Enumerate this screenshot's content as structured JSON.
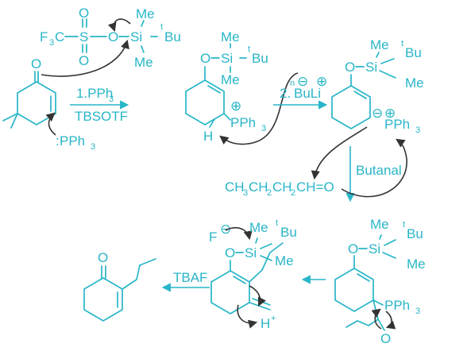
{
  "colors": {
    "structure": "#29b6c8",
    "curly_arrow": "#333333",
    "background": "#ffffff"
  },
  "reagent_triflate": {
    "f3c": "F",
    "f3_sub": "3",
    "c": "C",
    "s": "S",
    "o_top": "O",
    "o_bottom": "O",
    "o_link": "O",
    "si": "Si",
    "me_top": "Me",
    "me_bottom": "Me",
    "t": "t",
    "bu": "Bu"
  },
  "enone": {
    "o": "O"
  },
  "nucleophile": {
    "lone_pair": ":",
    "p": "PPh",
    "sub": "3"
  },
  "step1": {
    "reagent1": "1.PPh",
    "reagent1_sub": "3",
    "reagent2": "TBSOTF"
  },
  "intermediate1": {
    "o": "O",
    "si": "Si",
    "me_top": "Me",
    "me_bottom": "Me",
    "t": "t",
    "bu": "Bu",
    "plus": "⊕",
    "p": "PPh",
    "p_sub": "3",
    "h": "H"
  },
  "step2": {
    "n": "n",
    "neg": "⊖",
    "plus": "⊕",
    "prefix": "2.",
    "reagent": "BuLi"
  },
  "ylide": {
    "o": "O",
    "si": "Si",
    "me_top": "Me",
    "me_bottom": "Me",
    "t": "t",
    "bu": "Bu",
    "neg": "⊖",
    "plus": "⊕",
    "p": "PPh",
    "p_sub": "3"
  },
  "step3": {
    "label": "Butanal"
  },
  "butanal": {
    "c1": "CH",
    "c1_sub": "3",
    "c2": "CH",
    "c2_sub": "2",
    "c3": "CH",
    "c3_sub": "2",
    "c4": "CH=O"
  },
  "adduct": {
    "o_si": "O",
    "si": "Si",
    "me_top": "Me",
    "me_bottom": "Me",
    "t": "t",
    "bu": "Bu",
    "p": "PPh",
    "p_sub": "3",
    "o_alk": "O"
  },
  "diene": {
    "f": "F",
    "neg": "⊖",
    "o": "O",
    "si": "Si",
    "me_top": "Me",
    "me_bottom": "Me",
    "t": "t",
    "bu": "Bu",
    "h": "H",
    "h_plus": "+"
  },
  "step4": {
    "label": "TBAF"
  },
  "product": {
    "o": "O"
  }
}
